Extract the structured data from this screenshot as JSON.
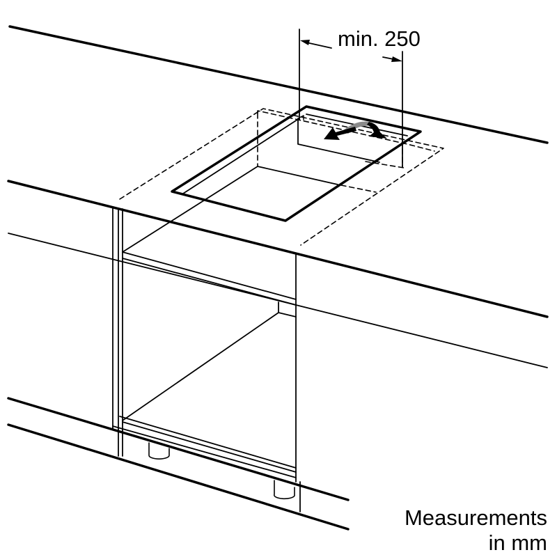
{
  "dimension": {
    "label": "min. 250"
  },
  "note": {
    "line1": "Measurements",
    "line2": "in mm"
  },
  "colors": {
    "ink": "#000000",
    "arrow_gray": "#8a8a8a"
  },
  "icons": [
    "double-arrow-icon"
  ]
}
